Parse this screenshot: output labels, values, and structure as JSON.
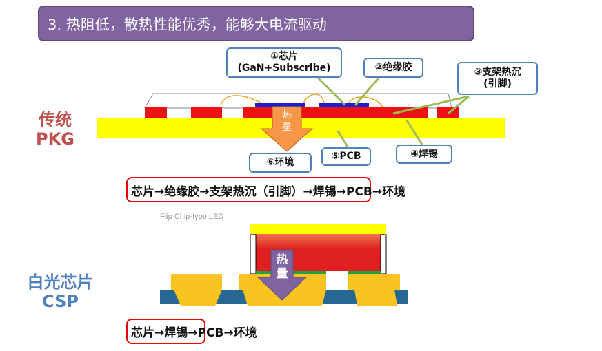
{
  "title": "3. 热阻低，散热性能优秀，能够大电流驱动",
  "pkg": {
    "label_line1": "传统",
    "label_line2": "PKG",
    "callouts": {
      "chip_line1": "①芯片",
      "chip_line2": "(GaN+Subscribe)",
      "glue": "②绝缘胶",
      "frame_line1": "③支架热沉",
      "frame_line2": "(引脚)",
      "solder": "④焊锡",
      "pcb": "⑤PCB",
      "env": "⑥环境"
    },
    "heat_arrow": "热量",
    "flow": "芯片→绝缘胶→支架热沉（引脚）→焊锡→PCB→环境"
  },
  "csp": {
    "label_line1": "白光芯片",
    "label_line2": "CSP",
    "caption": "Flip Chip-type LED",
    "heat_arrow": "热量",
    "flow": "芯片→焊锡→PCB→环境"
  },
  "colors": {
    "title_bg": "#8064a2",
    "pkg_label": "#c0504d",
    "csp_label": "#4f81bd",
    "pcb_yellow": "#ffff00",
    "pad_red": "#ee1111",
    "chip_blue": "#1f1fcf"
  }
}
